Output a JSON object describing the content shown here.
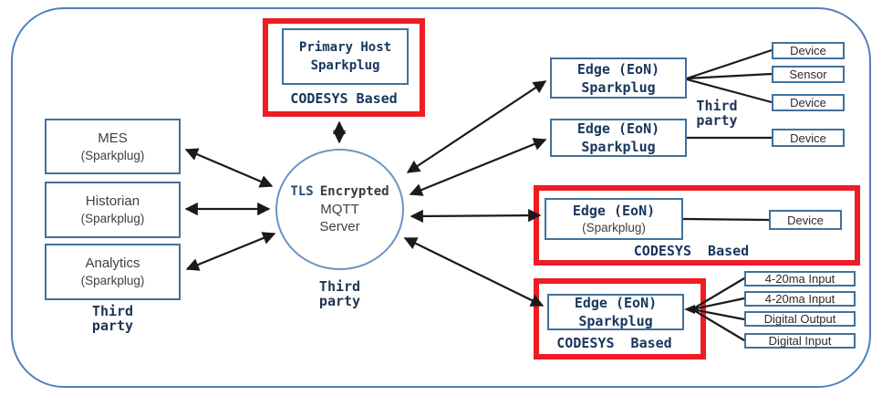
{
  "colors": {
    "outer_border": "#4f81bd",
    "node_border": "#41719c",
    "highlight_red": "#ee1c24",
    "mono_text": "#17365d",
    "sans_text": "#404040",
    "arrow": "#1a1a1a"
  },
  "primary_host": {
    "title_line1": "Primary Host",
    "title_line2": "Sparkplug",
    "caption": "CODESYS Based"
  },
  "left_nodes": [
    {
      "title": "MES",
      "subtitle": "(Sparkplug)"
    },
    {
      "title": "Historian",
      "subtitle": "(Sparkplug)"
    },
    {
      "title": "Analytics",
      "subtitle": "(Sparkplug)"
    }
  ],
  "left_group": {
    "label_line1": "Third",
    "label_line2": "party"
  },
  "server": {
    "title_word1": "TLS",
    "title_word2": "Encrypted",
    "line2": "MQTT",
    "line3": "Server",
    "caption_line1": "Third",
    "caption_line2": "party"
  },
  "edge_nodes": [
    {
      "title_line1": "Edge (EoN)",
      "title_line2": "Sparkplug"
    },
    {
      "title_line1": "Edge (EoN)",
      "title_line2": "Sparkplug"
    },
    {
      "title_line1": "Edge (EoN)",
      "title_line2": "(Sparkplug)",
      "caption": "CODESYS  Based"
    },
    {
      "title_line1": "Edge (EoN)",
      "title_line2": "Sparkplug",
      "caption": "CODESYS  Based"
    }
  ],
  "right_group": {
    "label_line1": "Third",
    "label_line2": "party"
  },
  "devices": [
    "Device",
    "Sensor",
    "Device",
    "Device",
    "Device"
  ],
  "io_channels": [
    "4-20ma Input",
    "4-20ma Input",
    "Digital Output",
    "Digital Input"
  ]
}
